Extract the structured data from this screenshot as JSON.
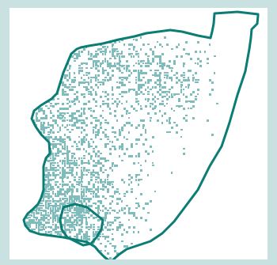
{
  "map": {
    "colors": {
      "background": "#c9e1e1",
      "panel": "#ffffff",
      "outline": "#0b7d74",
      "coverage": "#7fbcbc"
    },
    "features": [
      {
        "name": "province-boundary",
        "type": "outline"
      },
      {
        "name": "district-boundary",
        "type": "outline"
      },
      {
        "name": "coverage",
        "type": "scatter-fill"
      }
    ]
  }
}
